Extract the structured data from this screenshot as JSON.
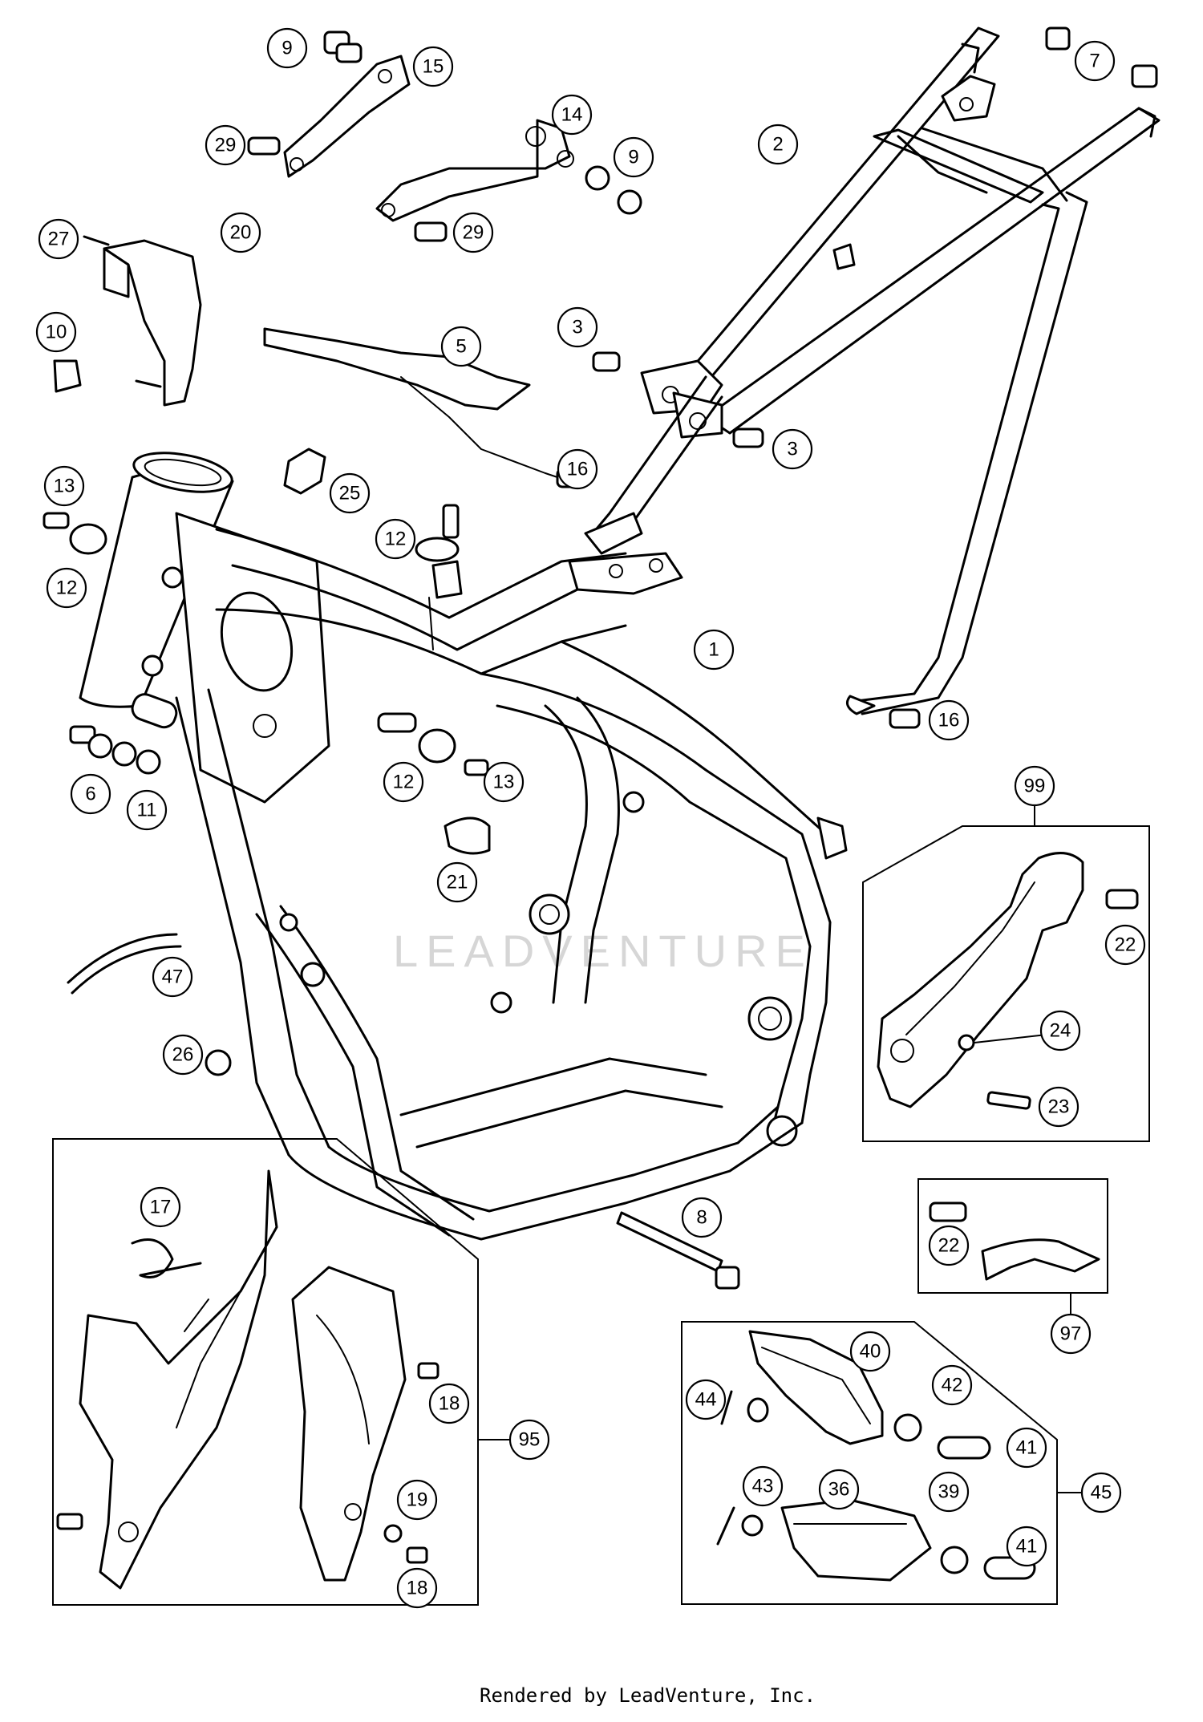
{
  "watermark": "LEADVENTURE",
  "footer": "Rendered by LeadVenture, Inc.",
  "callouts": [
    "1",
    "2",
    "3",
    "3",
    "5",
    "6",
    "7",
    "8",
    "9",
    "9",
    "10",
    "11",
    "12",
    "12",
    "12",
    "13",
    "13",
    "14",
    "15",
    "16",
    "16",
    "17",
    "18",
    "18",
    "19",
    "20",
    "21",
    "22",
    "22",
    "23",
    "24",
    "25",
    "26",
    "27",
    "29",
    "29",
    "36",
    "39",
    "40",
    "41",
    "41",
    "42",
    "43",
    "44",
    "45",
    "47",
    "95",
    "97",
    "99"
  ]
}
